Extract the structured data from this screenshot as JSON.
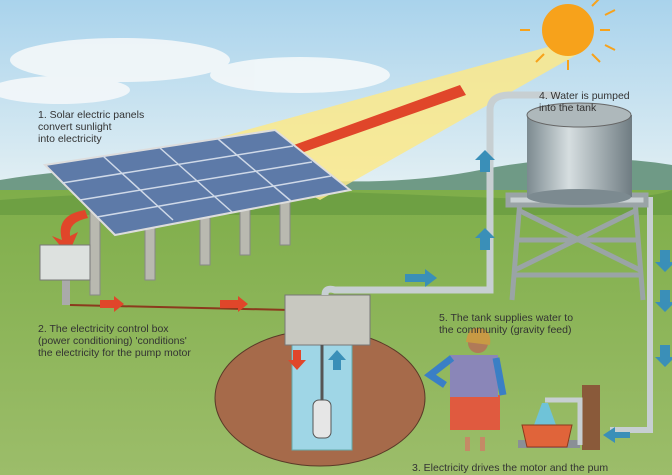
{
  "title": "Solar water pumping system",
  "labels": {
    "step1": [
      "1. Solar electric panels",
      "convert sunlight",
      "into electricity"
    ],
    "step2": [
      "2. The electricity control box",
      "(power conditioning) 'conditions'",
      "the electricity for the pump motor"
    ],
    "step3": [
      "3. Electricity drives the motor and the pum"
    ],
    "step4": [
      "4. Water is pumped",
      "into the tank"
    ],
    "step5": [
      "5. The tank supplies water to",
      "the community (gravity feed)"
    ]
  },
  "colors": {
    "sky": "#cfe6f2",
    "grass": "#8fb55a",
    "sun": "#f7a21b",
    "beam": "#fbe98a",
    "red_arrow": "#e0462a",
    "blue_arrow": "#3a8fb8",
    "panel": "#5d7aa8"
  }
}
